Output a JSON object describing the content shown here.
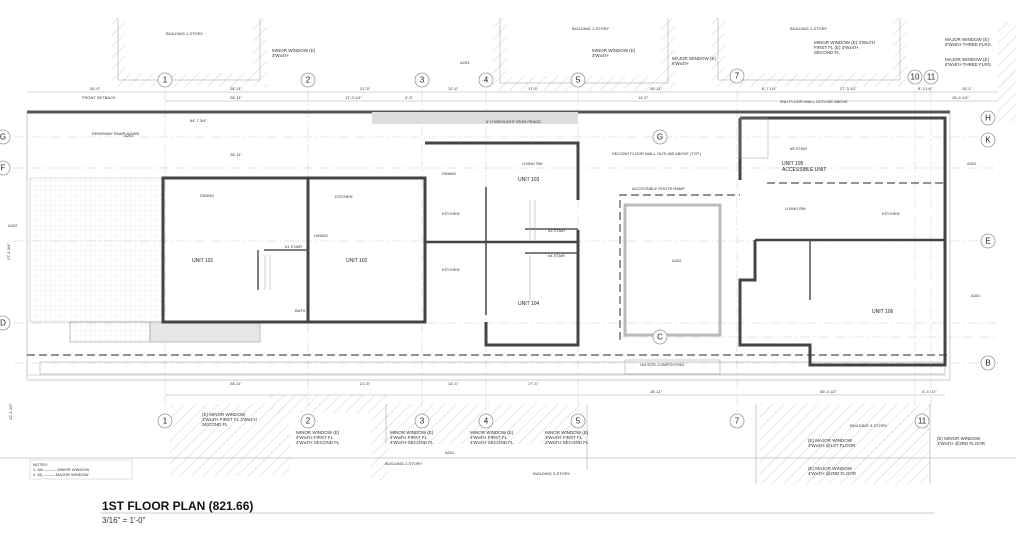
{
  "title": "1ST FLOOR PLAN (821.66)",
  "scale": "3/16\" = 1'-0\"",
  "grid_columns": [
    "1",
    "2",
    "3",
    "4",
    "5",
    "7",
    "10",
    "11"
  ],
  "grid_columns_bottom": [
    "1",
    "2",
    "3",
    "4",
    "5",
    "7",
    "11"
  ],
  "grid_rows_left": [
    "G",
    "F",
    "D"
  ],
  "grid_rows_right": [
    "H",
    "K",
    "E",
    "B"
  ],
  "grid_rows_mid": [
    "G",
    "C"
  ],
  "units": {
    "u101": "UNIT 101",
    "u102": "UNIT 102",
    "u103": "UNIT 103",
    "u104": "UNIT 104",
    "u105": "UNIT 105",
    "u105b": "ACCESSIBLE UNIT",
    "u106": "UNIT 106"
  },
  "rooms": {
    "dining1": "DINING",
    "kitchen2": "KITCHEN",
    "dining2": "DINING",
    "dining3": "DINING",
    "kitchen3": "KITCHEN",
    "kitchen4": "KITCHEN",
    "living3": "LIVING RM",
    "living5": "LIVING RM",
    "kitchen5": "KITCHEN",
    "stair1": "#1 STAIR",
    "stair3": "#3 STAIR",
    "stair4": "#4 STAIR",
    "stair5": "#5 STAIR",
    "bath": "BATH",
    "compost": "ON SITE COMPOSTING",
    "ramp": "ACCESSIBLE ROUTE RAMP"
  },
  "annotations": {
    "front_setback": "FRONT SETBACK",
    "driveway": "DRIVEWAY RAMP DOWN",
    "fence": "6' H WROUGHT IRON FENCE",
    "wall_above": "2ND FLOOR WALL OUTLINE ABOVE",
    "second_floor_wall": "SECOND FLOOR WALL OUTLINE ABOVE (TYP.)",
    "building_1story_a": "BUILDING 1-STORY",
    "building_1story_b": "BUILDING 1-STORY",
    "building_2story_top": "BUILDING 2-STORY",
    "building_2story_bot": "BUILDING 2-STORY",
    "building_3story_a": "BUILDING 3-STORY",
    "building_3story_b": "BUILDING 3-STORY",
    "minor_window_1": "MINOR WINDOW (E) 3'Wx4'H",
    "minor_window_2": "MINOR WINDOW (E) 3'Wx4'H",
    "major_window_1": "MAJOR WINDOW (E) 6'Wx4'H",
    "minor_window_3": "MINOR WINDOW (E) 3'Wx4'H FIRST FL (E) 3'Wx4'H SECOND FL",
    "major_window_2": "MAJOR WINDOW (E) 6'Wx5'H THREE FLRS.",
    "major_window_3": "MAJOR WINDOW (E) 6'Wx5'H THREE FLRS.",
    "b_minor_1": "(E) MINOR WINDOW 3'Wx4'H FIRST FL 3'Wx4'H SECOND FL",
    "b_minor_2": "MINOR WINDOW (E) 4'Wx4'H FIRST FL 4'Wx4'H SECOND FL",
    "b_minor_3": "MINOR WINDOW (E) 4'Wx4'H FIRST FL 4'Wx4'H SECOND FL",
    "b_minor_4": "MINOR WINDOW (E) 4'Wx4'H FIRST FL 4'Wx4'H SECOND FL",
    "b_minor_5": "MINOR WINDOW (E) 3'Wx4'H FIRST FL 3'Wx4'H SECOND FL",
    "b_major_1": "(E) MAJOR WINDOW 4'Wx4'H @1ST FLOOR",
    "b_major_2": "(E) MAJOR WINDOW 4'Wx4'H @2ND FLOOR",
    "b_minor_6": "(E) MINOR WINDOW 3'Wx4'H @3RD FLOOR"
  },
  "notes": {
    "heading": "NOTES:",
    "n1": "1. Mn ——— MINOR WINDOW",
    "n2": "2. Mj ——— MAJOR WINDOW"
  },
  "dimensions": {
    "top": [
      "26'-0\"",
      "28'-11\"",
      "21'-5\"",
      "12'-4\"",
      "17'-4\"",
      "28'-11\"",
      "6'-7 1/4\"",
      "27'-3 1/2\"",
      "5'-3 1/4\"",
      "15'-1\""
    ],
    "top2": [
      "28'-11\"",
      "17'-3 1/4\"",
      "4'-3\"",
      "14'-2\"",
      "15'-4 1/4\""
    ],
    "overall": "64'-7 3/4\"",
    "inner": "28'-11\"",
    "bottom": [
      "28'-11\"",
      "21'-5\"",
      "12'-4\"",
      "17'-4\"",
      "28'-11\"",
      "35'-3 1/2\"",
      "4'-3 1/2\""
    ],
    "side_left": "12'-1 1/2\"",
    "side_right": "27'-1 3/4\""
  },
  "section_tags": [
    "A201",
    "A202",
    "A203",
    "A301",
    "A302",
    "A201",
    "A202"
  ],
  "colors": {
    "wall": "#444444",
    "hatch": "#bbbbbb",
    "line": "#999999"
  }
}
